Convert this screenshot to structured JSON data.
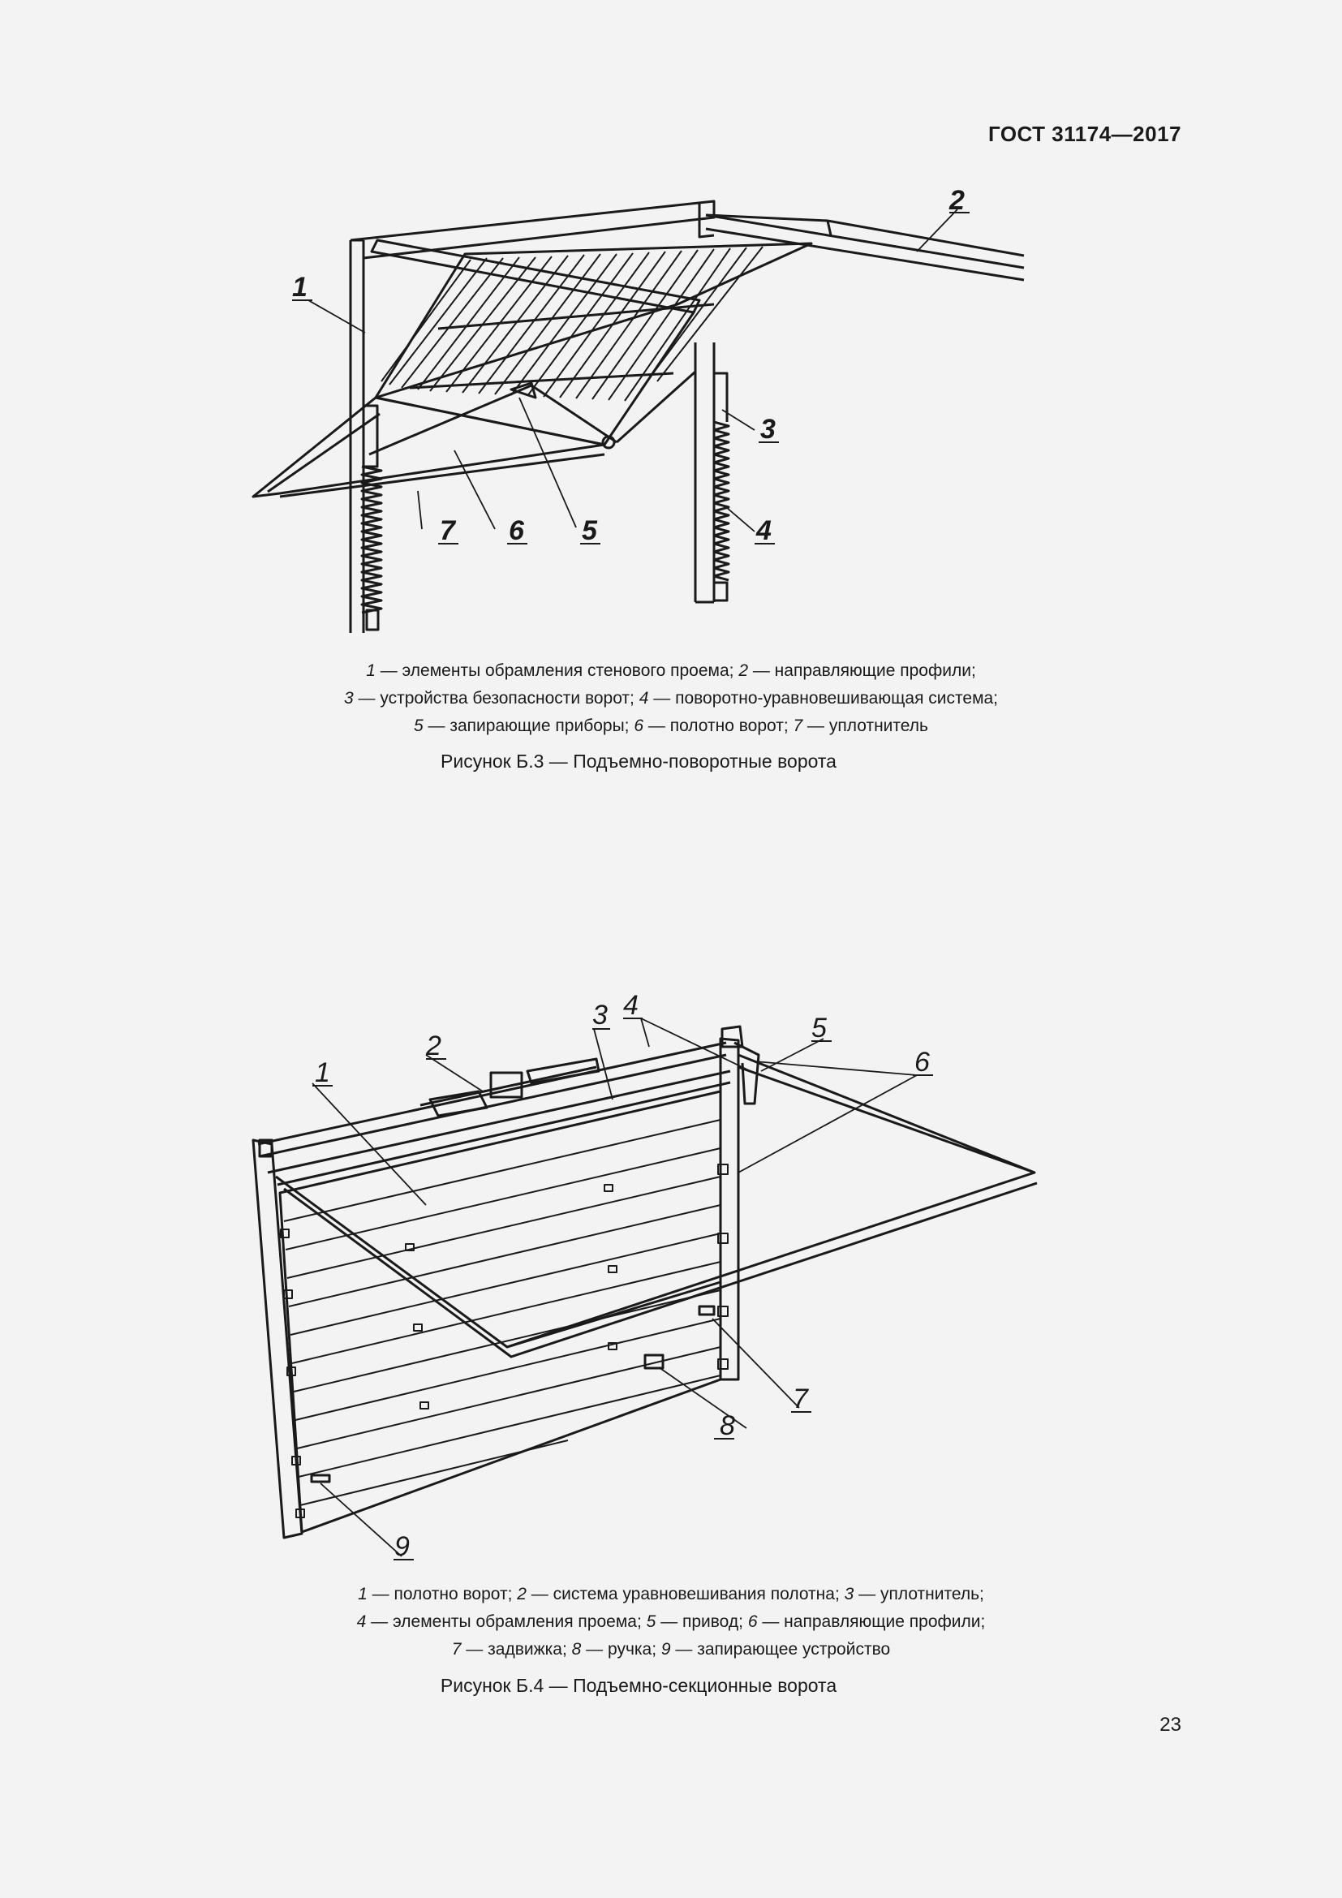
{
  "header": {
    "standard": "ГОСТ 31174—2017"
  },
  "figure_b3": {
    "callouts": [
      "1",
      "2",
      "3",
      "4",
      "5",
      "6",
      "7"
    ],
    "legend": [
      [
        {
          "n": "1",
          "t": " — элементы обрамления стенового проема; "
        },
        {
          "n": "2",
          "t": " — направляющие профили;"
        }
      ],
      [
        {
          "n": "3",
          "t": " — устройства безопасности ворот; "
        },
        {
          "n": "4",
          "t": " — поворотно-уравновешивающая система;"
        }
      ],
      [
        {
          "n": "5",
          "t": " — запирающие приборы; "
        },
        {
          "n": "6",
          "t": " — полотно ворот; "
        },
        {
          "n": "7",
          "t": " — уплотнитель"
        }
      ]
    ],
    "caption": "Рисунок Б.3 — Подъемно-поворотные ворота"
  },
  "figure_b4": {
    "callouts": [
      "1",
      "2",
      "3",
      "4",
      "5",
      "6",
      "7",
      "8",
      "9"
    ],
    "legend": [
      [
        {
          "n": "1",
          "t": " — полотно ворот; "
        },
        {
          "n": "2",
          "t": " — система уравновешивания полотна; "
        },
        {
          "n": "3",
          "t": " — уплотнитель;"
        }
      ],
      [
        {
          "n": "4",
          "t": " — элементы обрамления проема; "
        },
        {
          "n": "5",
          "t": " — привод; "
        },
        {
          "n": "6",
          "t": " — направляющие профили;"
        }
      ],
      [
        {
          "n": "7",
          "t": " — задвижка; "
        },
        {
          "n": "8",
          "t": " — ручка; "
        },
        {
          "n": "9",
          "t": " — запирающее устройство"
        }
      ]
    ],
    "caption": "Рисунок Б.4 — Подъемно-секционные ворота"
  },
  "footer": {
    "page_number": "23"
  }
}
